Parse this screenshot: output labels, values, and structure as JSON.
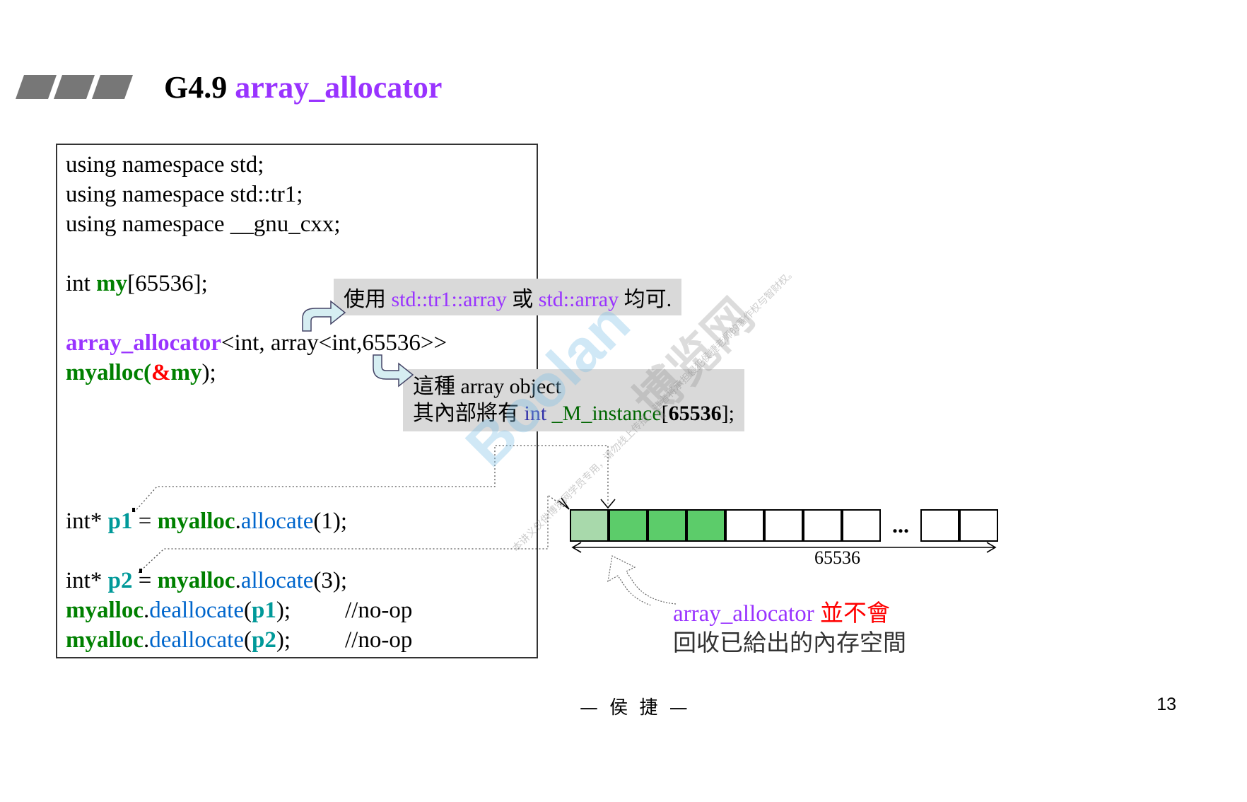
{
  "title": {
    "prefix": "G4.9",
    "name": "array_allocator"
  },
  "code": {
    "line1": "using namespace std;",
    "line2": "using namespace std::tr1;",
    "line3": "using namespace __gnu_cxx;",
    "line4_a": "int ",
    "line4_b": "my",
    "line4_c": "[65536];",
    "line5_a": "array_allocator",
    "line5_b": "<int, array<int,65536>>",
    "line6_a": "myalloc",
    "line6_b": "(",
    "line6_c": "&",
    "line6_d": "my",
    "line6_e": ");",
    "line7_a": "int* ",
    "line7_b": "p1",
    "line7_c": " = ",
    "line7_d": "myalloc",
    "line7_e": ".",
    "line7_f": "allocate",
    "line7_g": "(1);",
    "line8_a": "int* ",
    "line8_b": "p2",
    "line8_c": " = ",
    "line8_d": "myalloc",
    "line8_e": ".",
    "line8_f": "allocate",
    "line8_g": "(3);",
    "line9_a": "myalloc",
    "line9_b": ".",
    "line9_c": "deallocate",
    "line9_d": "(",
    "line9_e": "p1",
    "line9_f": ");",
    "line9_g": "//no-op",
    "line10_a": "myalloc",
    "line10_b": ".",
    "line10_c": "deallocate",
    "line10_d": "(",
    "line10_e": "p2",
    "line10_f": ");",
    "line10_g": "//no-op"
  },
  "note1": {
    "a": "使用 ",
    "b": "std::tr1::array",
    "c": " 或 ",
    "d": "std::array",
    "e": " 均可."
  },
  "note2": {
    "line1": "這種 array object",
    "a": "其內部將有 ",
    "b": "int",
    "c": " _M_instance",
    "d": "[",
    "e": "65536",
    "f": "];"
  },
  "memory": {
    "used_cells": 4,
    "ellipsis": "...",
    "size_label": "65536"
  },
  "caption": {
    "a": "array_allocator",
    "b": " 並不會",
    "line2": "回收已給出的內存空間"
  },
  "footer": "— 侯 捷 —",
  "page_number": "13",
  "watermark": {
    "brand": "Boolan",
    "cn": "博览网",
    "small": "本讲义仅供博览网学员专用，请勿线上传播，违者将承担侵犯侯捷老师的著作权与智财权。"
  },
  "colors": {
    "accent_purple": "#9933ff",
    "code_green": "#008000",
    "code_teal": "#009999",
    "method_blue": "#0066cc",
    "highlight_red": "#ff0000",
    "cell_green": "#5ccc6a"
  }
}
